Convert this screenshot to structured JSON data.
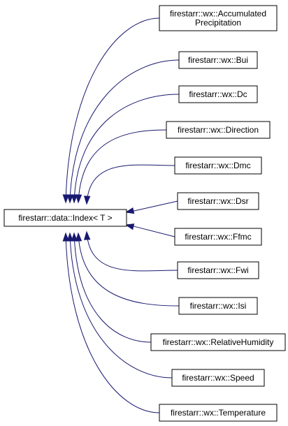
{
  "diagram": {
    "edge_color": "#191970",
    "base_class": {
      "label": "firestarr::data::Index< T >"
    },
    "derived_classes": [
      {
        "lines": [
          "firestarr::wx::Accumulated",
          "Precipitation"
        ]
      },
      {
        "lines": [
          "firestarr::wx::Bui"
        ]
      },
      {
        "lines": [
          "firestarr::wx::Dc"
        ]
      },
      {
        "lines": [
          "firestarr::wx::Direction"
        ]
      },
      {
        "lines": [
          "firestarr::wx::Dmc"
        ]
      },
      {
        "lines": [
          "firestarr::wx::Dsr"
        ]
      },
      {
        "lines": [
          "firestarr::wx::Ffmc"
        ]
      },
      {
        "lines": [
          "firestarr::wx::Fwi"
        ]
      },
      {
        "lines": [
          "firestarr::wx::Isi"
        ]
      },
      {
        "lines": [
          "firestarr::wx::RelativeHumidity"
        ]
      },
      {
        "lines": [
          "firestarr::wx::Speed"
        ]
      },
      {
        "lines": [
          "firestarr::wx::Temperature"
        ]
      }
    ]
  }
}
